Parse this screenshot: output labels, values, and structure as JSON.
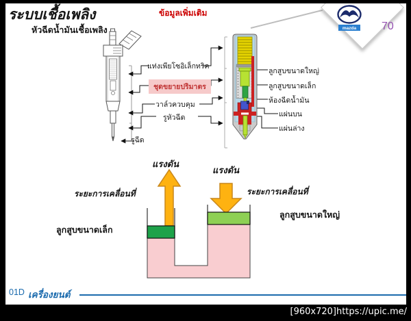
{
  "slide": {
    "title": "ระบบเชื้อเพลิง",
    "subtitle": "หัวฉีดน้ำมันเชื้อเพลิง",
    "note": "ข้อมูลเพิ่มเติม",
    "page_number": "70",
    "brand": "mazda"
  },
  "injector_callouts": {
    "piezo_rod": "แท่งเพียโซอิเล็กทริค",
    "volume_expander": "ชุดขยายปริมาตร",
    "control_valve": "วาล์วควบคุม",
    "nozzle_hole": "รูหัวฉีด",
    "spray_hole": "รูฉีด"
  },
  "section_callouts": {
    "large_piston": "ลูกสูบขนาดใหญ่",
    "small_piston": "ลูกสูบขนาดเล็ก",
    "fuel_chamber": "ห้องฉีดน้ำมัน",
    "upper_plate": "แผ่นบน",
    "lower_plate": "แผ่นล่าง"
  },
  "piston_demo": {
    "pressure_small": "แรงดัน",
    "pressure_large": "แรงดัน",
    "stroke_small": "ระยะการเคลื่อนที่",
    "stroke_large": "ระยะการเคลื่อนที่",
    "small_piston": "ลูกสูบขนาดเล็ก",
    "large_piston": "ลูกสูบขนาดใหญ่"
  },
  "footer": {
    "code": "01D",
    "subject": "เครื่องยนต์",
    "watermark": "[960x720]https://upic.me/"
  },
  "colors": {
    "accent_red": "#cc0000",
    "highlight_bg": "#f6caca",
    "footer_blue": "#1a6aad",
    "page_number_purple": "#9450b0",
    "arrow_orange": "#feb211",
    "small_piston_green": "#1ea24a",
    "large_piston_green": "#8ed054",
    "fluid_pink": "#f9cdd0",
    "piezo_yellow": "#e6d400",
    "passage_red": "#cc2222",
    "valve_blue": "#4455cc"
  }
}
